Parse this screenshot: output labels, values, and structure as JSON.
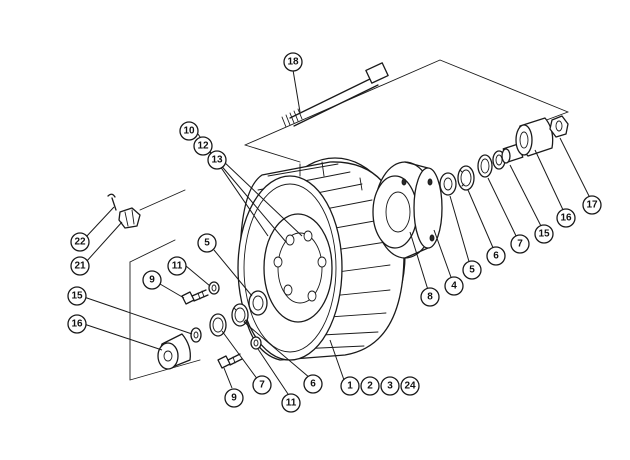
{
  "callouts": {
    "c18": "18",
    "c10": "10",
    "c12": "12",
    "c13": "13",
    "c5a": "5",
    "c11a": "11",
    "c9a": "9",
    "c15a": "15",
    "c16a": "16",
    "c22": "22",
    "c21": "21",
    "c7a": "7",
    "c9b": "9",
    "c11b": "11",
    "c6a": "6",
    "c1": "1",
    "c2": "2",
    "c3": "3",
    "c24": "24",
    "c8": "8",
    "c4": "4",
    "c5b": "5",
    "c6b": "6",
    "c7b": "7",
    "c15b": "15",
    "c16b": "16",
    "c17": "17"
  }
}
